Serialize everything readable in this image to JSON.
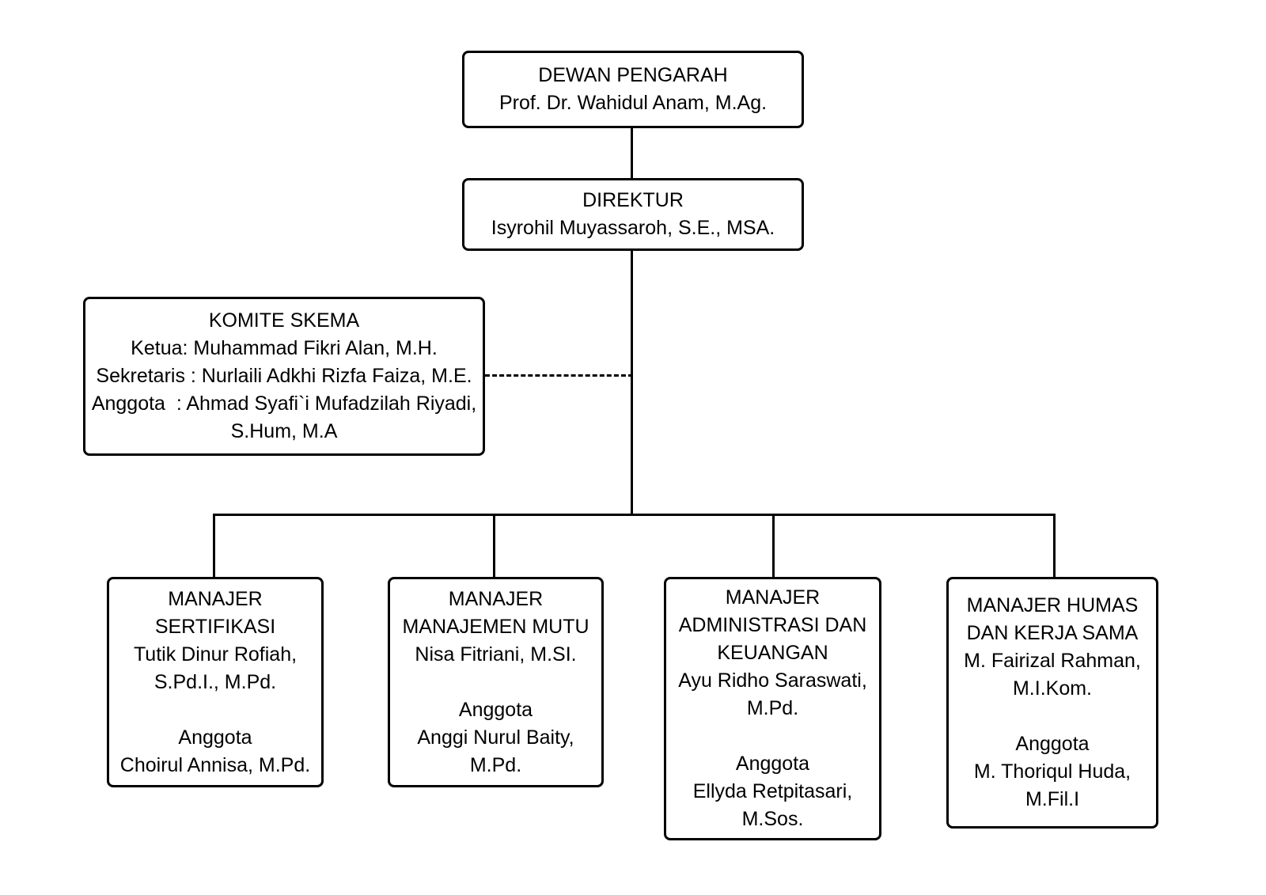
{
  "org_chart": {
    "colors": {
      "line": "#000000",
      "box_border": "#000000",
      "box_background": "#ffffff",
      "text": "#000000",
      "page_background": "#ffffff"
    },
    "dewan_pengarah": {
      "title": "DEWAN PENGARAH",
      "person": "Prof. Dr. Wahidul Anam, M.Ag."
    },
    "direktur": {
      "title": "DIREKTUR",
      "person": "Isyrohil Muyassaroh, S.E., MSA."
    },
    "komite_skema": {
      "title": "KOMITE SKEMA",
      "members": [
        "Ketua: Muhammad Fikri Alan, M.H.",
        "Sekretaris : Nurlaili Adkhi Rizfa Faiza, M.E.",
        "Anggota  : Ahmad Syafi`i Mufadzilah Riyadi,",
        "S.Hum, M.A"
      ]
    },
    "managers": [
      {
        "title": [
          "MANAJER",
          "SERTIFIKASI"
        ],
        "manager": [
          "Tutik Dinur Rofiah,",
          "S.Pd.I., M.Pd."
        ],
        "anggota_label": "Anggota",
        "member": [
          "Choirul Annisa, M.Pd."
        ]
      },
      {
        "title": [
          "MANAJER",
          "MANAJEMEN MUTU"
        ],
        "manager": [
          "Nisa Fitriani, M.SI."
        ],
        "anggota_label": "Anggota",
        "member": [
          "Anggi Nurul Baity,",
          "M.Pd."
        ]
      },
      {
        "title": [
          "MANAJER",
          "ADMINISTRASI DAN",
          "KEUANGAN"
        ],
        "manager": [
          "Ayu Ridho Saraswati,",
          "M.Pd."
        ],
        "anggota_label": "Anggota",
        "member": [
          "Ellyda Retpitasari,",
          "M.Sos."
        ]
      },
      {
        "title": [
          "MANAJER HUMAS",
          "DAN KERJA SAMA"
        ],
        "manager": [
          "M. Fairizal Rahman,",
          "M.I.Kom."
        ],
        "anggota_label": "Anggota",
        "member": [
          "M. Thoriqul Huda,",
          "M.Fil.I"
        ]
      }
    ]
  }
}
